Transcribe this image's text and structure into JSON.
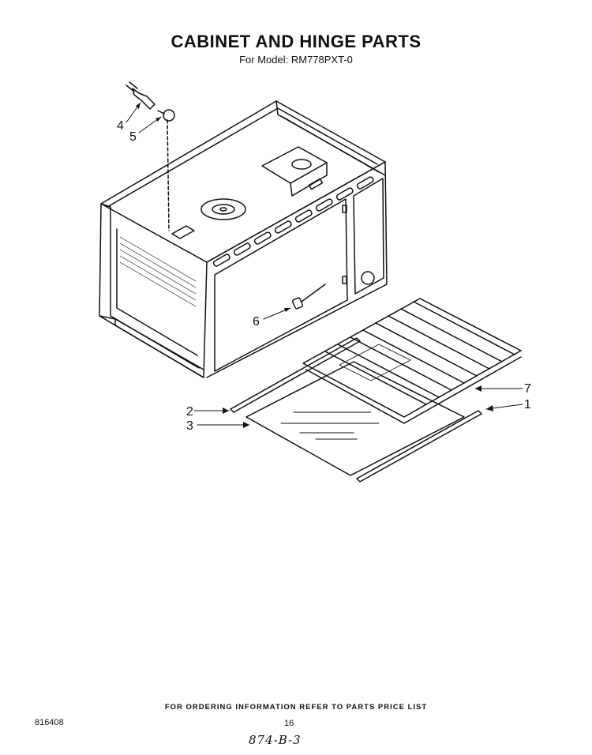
{
  "header": {
    "title": "CABINET AND HINGE PARTS",
    "subtitle": "For Model: RM778PXT-0"
  },
  "diagram": {
    "parts": [
      {
        "callout": "1"
      },
      {
        "callout": "2"
      },
      {
        "callout": "3"
      },
      {
        "callout": "4"
      },
      {
        "callout": "5"
      },
      {
        "callout": "6"
      },
      {
        "callout": "7"
      }
    ]
  },
  "footer": {
    "ordering_note": "FOR ORDERING INFORMATION REFER TO PARTS PRICE LIST",
    "doc_number": "816408",
    "page_number": "16",
    "handwritten_ref": "874-B-3"
  }
}
